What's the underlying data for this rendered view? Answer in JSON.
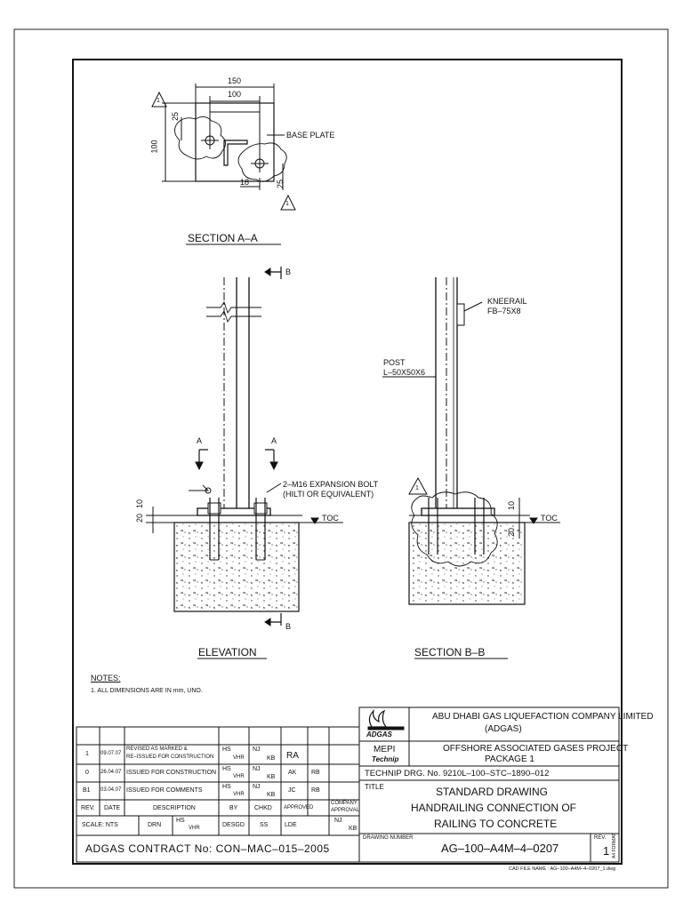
{
  "section_aa": {
    "title": "SECTION A–A",
    "dim_150": "150",
    "dim_100": "100",
    "dim_100_v": "100",
    "dim_25a": "25",
    "dim_25b": "25",
    "dim_18": "18",
    "base_plate": "BASE PLATE",
    "rev_tag_1": "1",
    "rev_tag_2": "1"
  },
  "elevation": {
    "title": "ELEVATION",
    "cut_a_left": "A",
    "cut_a_right": "A",
    "cut_b_top": "B",
    "cut_b_bottom": "B",
    "bolt_line1": "2–M16 EXPANSION BOLT",
    "bolt_line2": "(HILTI OR EQUIVALENT)",
    "toc": "TOC",
    "dim_20": "20",
    "dim_10": "10"
  },
  "section_bb": {
    "title": "SECTION B–B",
    "kneerail_line1": "KNEERAIL",
    "kneerail_line2": "FB–75X8",
    "post_line1": "POST",
    "post_line2": "L–50X50X6",
    "toc": "TOC",
    "dim_10": "10",
    "dim_20": "20",
    "rev_tag": "1"
  },
  "notes": {
    "heading": "NOTES:",
    "item1": "1. ALL DIMENSIONS ARE IN mm, UNO."
  },
  "revisions": [
    {
      "rev": "1",
      "date": "09.07.07",
      "desc1": "REVISED AS MARKED &",
      "desc2": "RE–ISSUED FOR CONSTRUCTION",
      "by": "HS",
      "by2": "VHR",
      "chkd": "NJ",
      "chkd2": "KB",
      "appr": "RA",
      "comp": ""
    },
    {
      "rev": "0",
      "date": "26.04.07",
      "desc1": "ISSUED FOR CONSTRUCTION",
      "desc2": "",
      "by": "HS",
      "by2": "VHR",
      "chkd": "NJ",
      "chkd2": "KB",
      "appr": "AK",
      "comp": "RB"
    },
    {
      "rev": "B1",
      "date": "03.04.07",
      "desc1": "ISSUED FOR COMMENTS",
      "desc2": "",
      "by": "HS",
      "by2": "VHR",
      "chkd": "NJ",
      "chkd2": "KB",
      "appr": "JC",
      "comp": "RB"
    }
  ],
  "rev_header": {
    "rev": "REV.",
    "date": "DATE",
    "desc": "DESCRIPTION",
    "by": "BY",
    "chkd": "CHKD",
    "appr": "APPROVED",
    "comp1": "COMPANY",
    "comp2": "APPROVAL"
  },
  "scale_row": {
    "scale": "SCALE:  NTS",
    "drn": "DRN",
    "drn_val1": "HS",
    "drn_val2": "VHR",
    "desgd": "DESGD",
    "desgd_val": "SS",
    "lde": "LDE",
    "lde_val1": "NJ",
    "lde_val2": "KB"
  },
  "contract": "ADGAS CONTRACT No: CON–MAC–015–2005",
  "title_block": {
    "logo_text": "ADGAS",
    "company_line1": "ABU DHABI GAS LIQUEFACTION COMPANY LIMITED",
    "company_line2": "(ADGAS)",
    "mepi": "MEPI",
    "technip_logo": "Technip",
    "project_line1": "OFFSHORE ASSOCIATED GASES PROJECT",
    "project_line2": "PACKAGE 1",
    "technip_drg": "TECHNIP  DRG.  No.  9210L–100–STC–1890–012",
    "title_label": "TITLE",
    "title_line1": "STANDARD DRAWING",
    "title_line2": "HANDRAILING CONNECTION OF",
    "title_line3": "RAILING TO CONCRETE",
    "drawing_number_label": "DRAWING NUMBER",
    "drawing_number": "AG–100–A4M–4–0207",
    "rev_label": "REV.",
    "rev_value": "1",
    "format": "A4 FORMAT"
  },
  "cad_file": "CAD FILE NAME : AG–100–A4M–4–0207_1.dwg"
}
